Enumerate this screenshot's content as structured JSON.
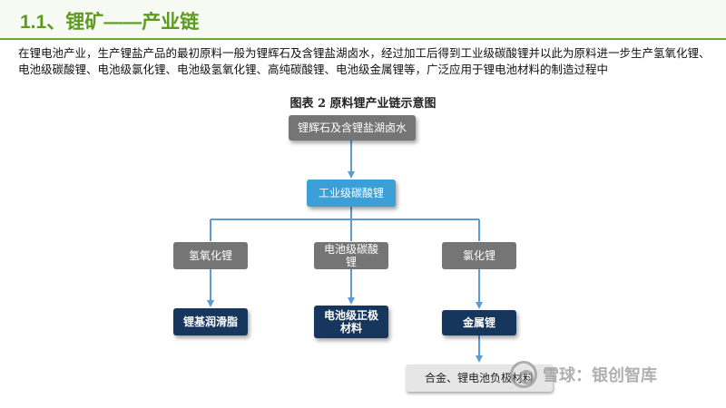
{
  "slide": {
    "title": "1.1、锂矿——产业链",
    "intro": "在锂电池产业，生产锂盐产品的最初原料一般为锂辉石及含锂盐湖卤水，经过加工后得到工业级碳酸锂并以此为原料进一步生产氢氧化锂、电池级碳酸锂、电池级氯化锂、电池级氢氧化锂、高纯碳酸锂、电池级金属锂等，广泛应用于锂电池材料的制造过程中",
    "figure_caption": "图表 2  原料锂产业链示意图"
  },
  "diagram": {
    "root": "锂辉石及含锂盐湖卤水",
    "level1": "工业级碳酸锂",
    "level2": [
      "氢氧化锂",
      "电池级碳酸锂",
      "氯化锂"
    ],
    "level3": [
      "锂基润滑脂",
      "电池级正极材料",
      "金属锂"
    ],
    "level4": "合金、锂电池负极材料"
  },
  "watermark": {
    "text": "雪球：银创智库"
  }
}
